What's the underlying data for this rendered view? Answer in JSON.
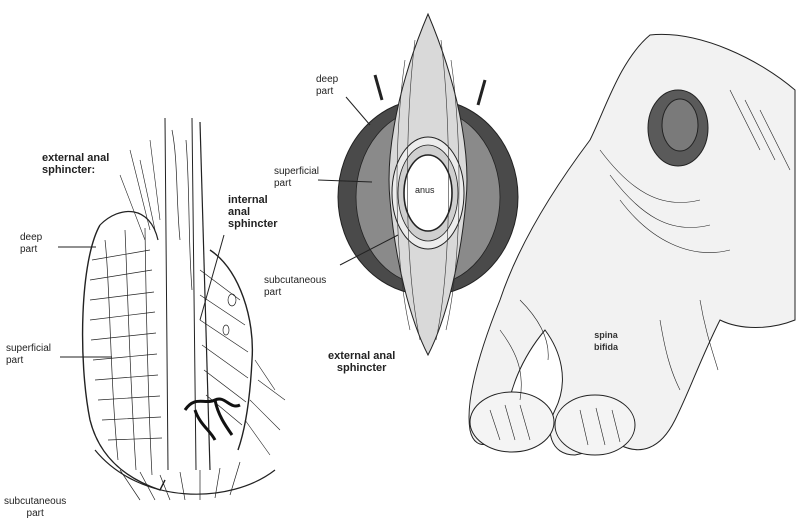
{
  "left_panel": {
    "heading": "external anal\nsphincter:",
    "deep": "deep\npart",
    "superficial": "superficial\npart",
    "subcutaneous": "subcutaneous\npart",
    "internal": "internal\nanal\nsphincter"
  },
  "middle_panel": {
    "deep": "deep\npart",
    "superficial": "superficial\npart",
    "anus": "anus",
    "subcutaneous": "subcutaneous\npart",
    "caption": "external anal\nsphincter"
  },
  "right_panel": {
    "caption": "spina\nbifida"
  },
  "colors": {
    "ink": "#222222",
    "muscle_dark": "#4a4a4a",
    "muscle_mid": "#8a8a8a",
    "skin": "#f2f2f2"
  }
}
